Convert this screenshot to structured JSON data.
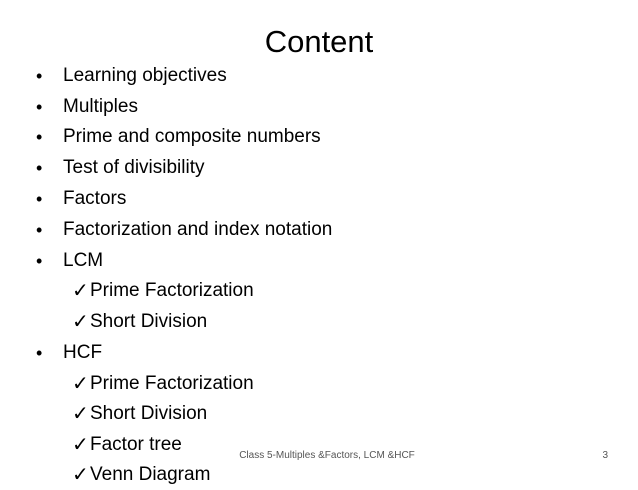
{
  "slide": {
    "title": "Content",
    "items": [
      {
        "type": "bullet",
        "text": "Learning objectives"
      },
      {
        "type": "bullet",
        "text": "Multiples"
      },
      {
        "type": "bullet",
        "text": "Prime and composite numbers"
      },
      {
        "type": "bullet",
        "text": "Test of divisibility"
      },
      {
        "type": "bullet",
        "text": "Factors"
      },
      {
        "type": "bullet",
        "text": "Factorization and index notation"
      },
      {
        "type": "bullet",
        "text": "LCM"
      },
      {
        "type": "check",
        "text": "Prime Factorization"
      },
      {
        "type": "check",
        "text": "Short Division"
      },
      {
        "type": "bullet",
        "text": "HCF"
      },
      {
        "type": "check",
        "text": "Prime Factorization"
      },
      {
        "type": "check",
        "text": "Short Division"
      },
      {
        "type": "check",
        "text": "Factor tree"
      },
      {
        "type": "check",
        "text": "Venn Diagram"
      }
    ],
    "footer_text": "Class 5-Multiples &Factors, LCM &HCF",
    "page_number": "3"
  }
}
